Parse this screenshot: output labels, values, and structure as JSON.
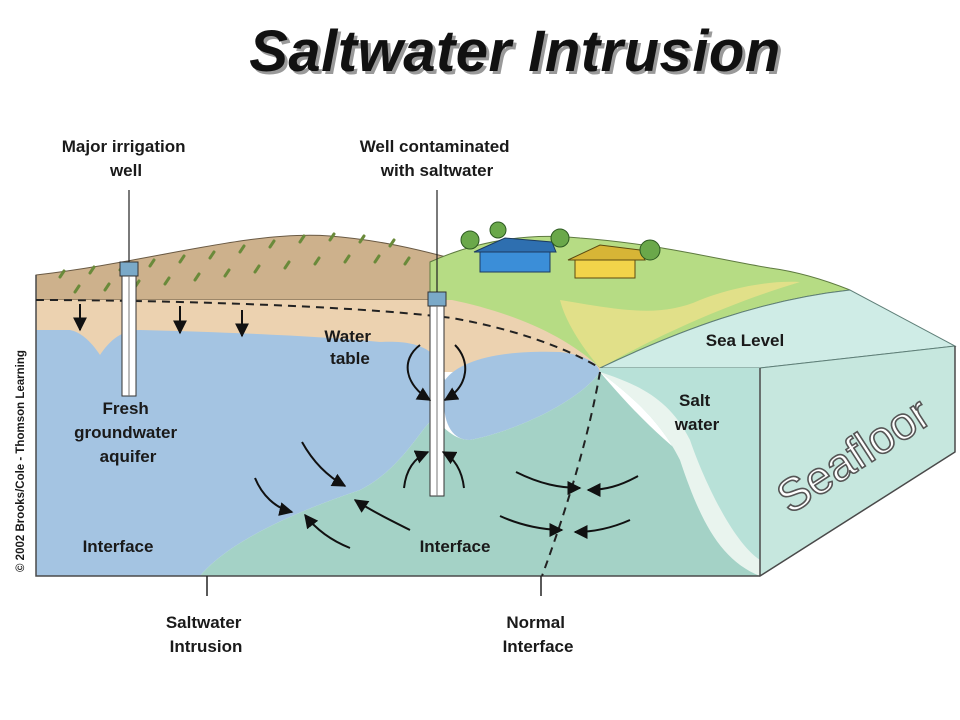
{
  "title": "Saltwater Intrusion",
  "labels": {
    "major_irrigation_well": [
      "Major irrigation",
      "well"
    ],
    "well_contaminated": [
      "Well contaminated",
      "with saltwater"
    ],
    "water_table": [
      "Water",
      "table"
    ],
    "sea_level": "Sea Level",
    "salt_water": [
      "Salt",
      "water"
    ],
    "fresh_groundwater_aquifer": [
      "Fresh",
      "groundwater",
      "aquifer"
    ],
    "interface_left": "Interface",
    "interface_right": "Interface",
    "saltwater_intrusion": [
      "Saltwater",
      "Intrusion"
    ],
    "normal_interface": [
      "Normal",
      "Interface"
    ],
    "seafloor": "Seafloor",
    "credit": "© 2002 Brooks/Cole - Thomson Learning"
  },
  "colors": {
    "fresh_water": "#a4c4e2",
    "salt_water": "#a4d2c6",
    "sand": "#ecd2b0",
    "grass": "#b6dc84",
    "sea_surface": "#cfece6",
    "sea_front": "#c6e7de"
  }
}
